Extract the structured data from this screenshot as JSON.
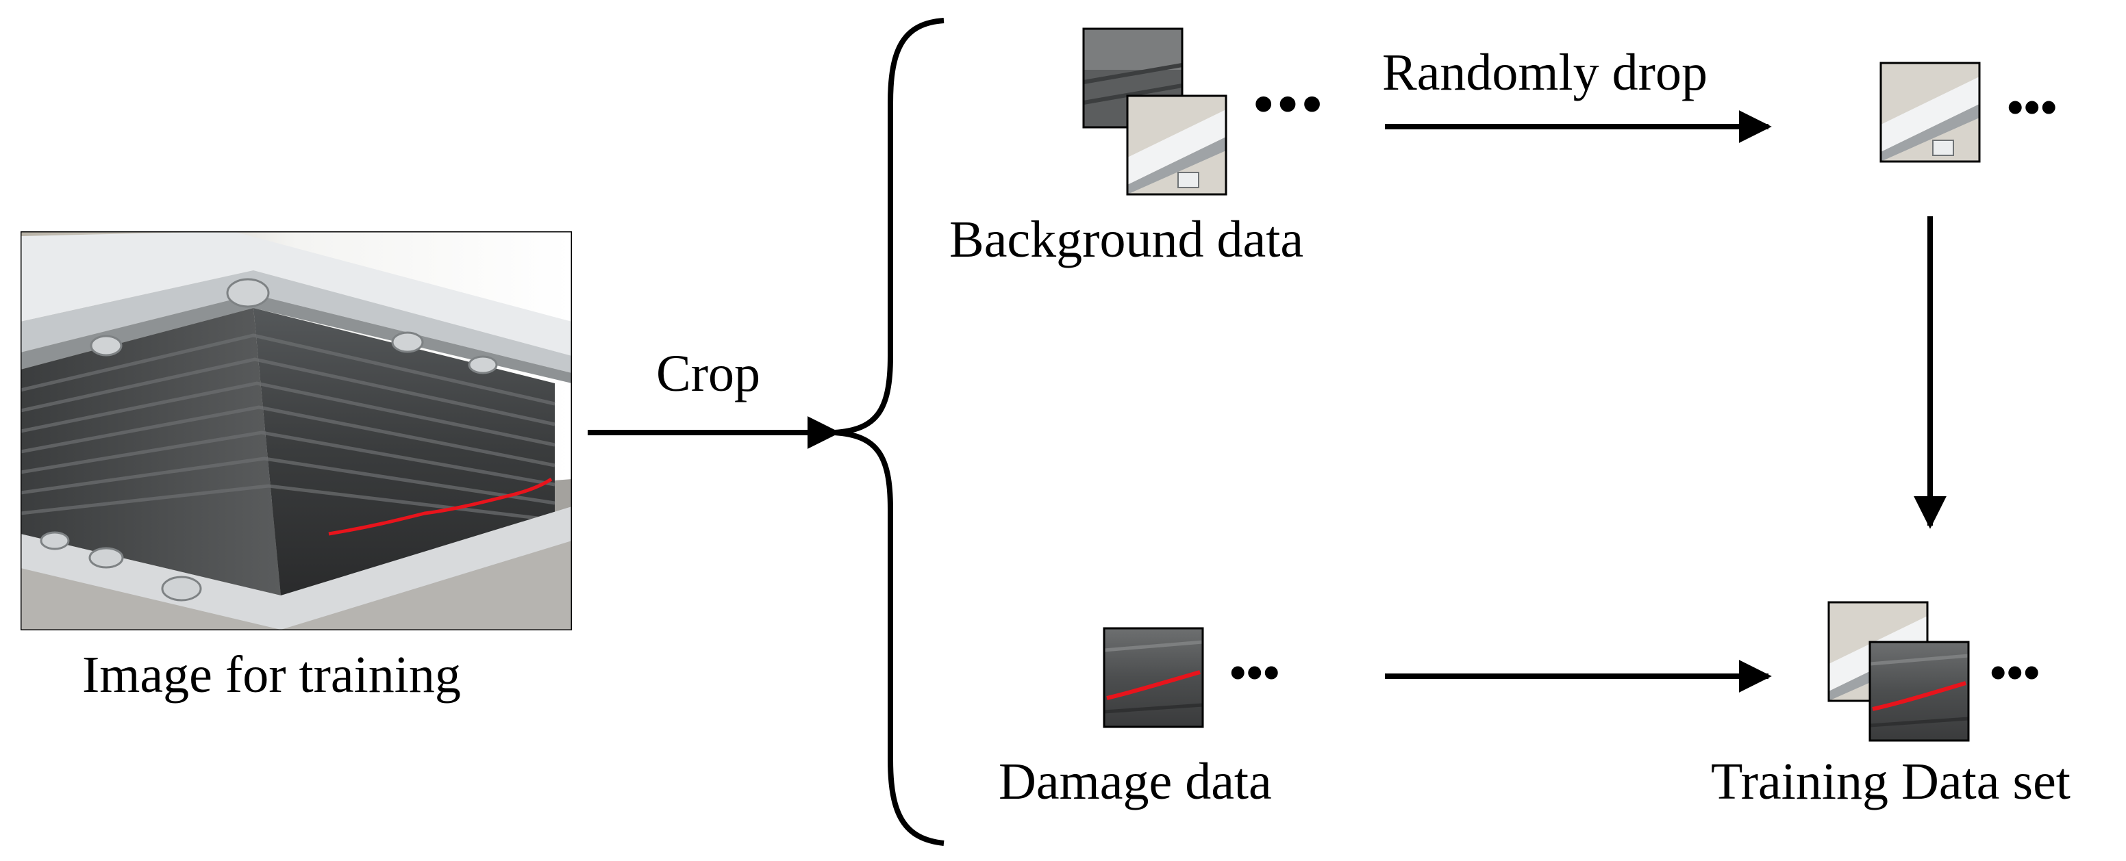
{
  "labels": {
    "source": "Image for training",
    "crop": "Crop",
    "background": "Background data",
    "drop": "Randomly drop",
    "damage": "Damage data",
    "dataset": "Training Data set",
    "ellipsis": "•••"
  },
  "colors": {
    "line": "#000000",
    "crack": "#e8141c",
    "rubber_dark": "#2e2f30",
    "rubber_mid": "#4a4b4c",
    "steel_light": "#e6e8ea",
    "steel_mid": "#b9bdc0",
    "concrete": "#9a9894"
  }
}
